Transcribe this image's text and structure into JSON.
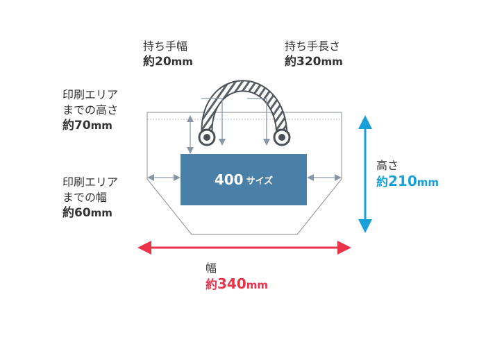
{
  "labels": {
    "handle_width": {
      "title": "持ち手幅",
      "prefix": "約",
      "value": "20",
      "unit": "mm"
    },
    "handle_length": {
      "title": "持ち手長さ",
      "prefix": "約",
      "value": "320",
      "unit": "mm"
    },
    "print_top": {
      "title_line1": "印刷エリア",
      "title_line2": "までの高さ",
      "prefix": "約",
      "value": "70",
      "unit": "mm"
    },
    "print_side": {
      "title_line1": "印刷エリア",
      "title_line2": "までの幅",
      "prefix": "約",
      "value": "60",
      "unit": "mm"
    },
    "height": {
      "title": "高さ",
      "prefix": "約",
      "value": "210",
      "unit": "mm"
    },
    "width": {
      "title": "幅",
      "prefix": "約",
      "value": "340",
      "unit": "mm"
    }
  },
  "print_area": {
    "size": "400",
    "suffix": "サイズ",
    "color": "#4a7fa8"
  },
  "colors": {
    "width_arrow": "#e8334a",
    "height_arrow": "#1aa0d8",
    "guide": "#8a97a6",
    "bag_outline": "#9aa0a6"
  }
}
